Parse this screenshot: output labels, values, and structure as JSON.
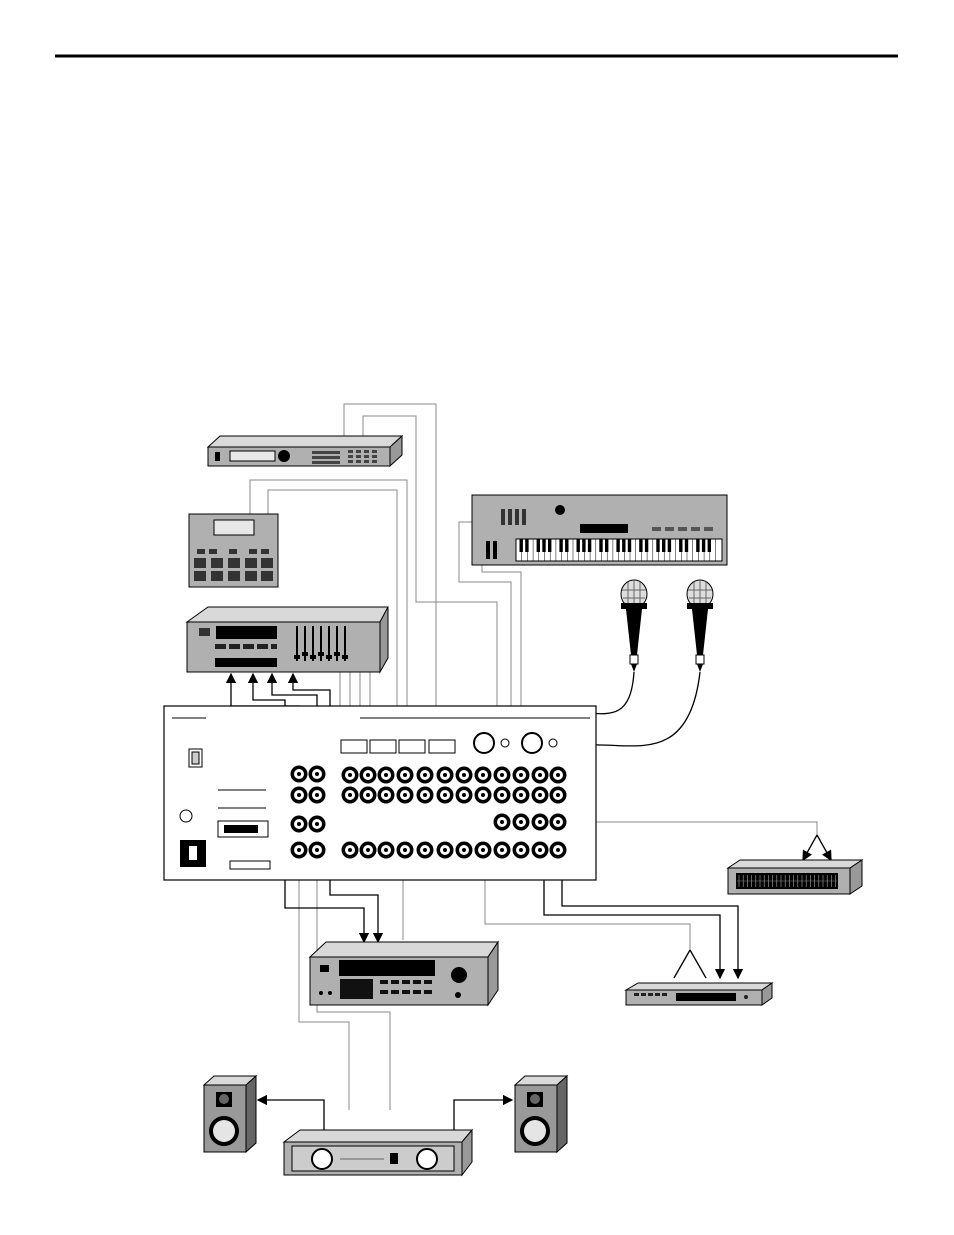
{
  "page": {
    "header_rule": true,
    "printed_text": []
  },
  "colors": {
    "ink": "#000000",
    "device_gray": "#b0b0b0",
    "device_light": "#d9d9d9",
    "device_dark": "#555555",
    "cable_gray": "#888888",
    "paper": "#ffffff"
  },
  "devices": [
    {
      "name": "rack-synth-module",
      "icon": "rack-module-icon"
    },
    {
      "name": "drum-machine",
      "icon": "drum-machine-icon"
    },
    {
      "name": "keyboard-synth",
      "icon": "keyboard-icon"
    },
    {
      "name": "microphone-left",
      "icon": "microphone-icon"
    },
    {
      "name": "microphone-right",
      "icon": "microphone-icon"
    },
    {
      "name": "rack-mixer-unit",
      "icon": "rack-mixer-icon"
    },
    {
      "name": "mixer-rear-panel",
      "icon": "patch-panel-icon"
    },
    {
      "name": "graphic-equalizer",
      "icon": "equalizer-icon"
    },
    {
      "name": "effects-processor",
      "icon": "effects-unit-icon"
    },
    {
      "name": "reverb-unit",
      "icon": "reverb-unit-icon"
    },
    {
      "name": "power-amplifier",
      "icon": "amplifier-icon"
    },
    {
      "name": "speaker-left",
      "icon": "speaker-icon"
    },
    {
      "name": "speaker-right",
      "icon": "speaker-icon"
    }
  ]
}
